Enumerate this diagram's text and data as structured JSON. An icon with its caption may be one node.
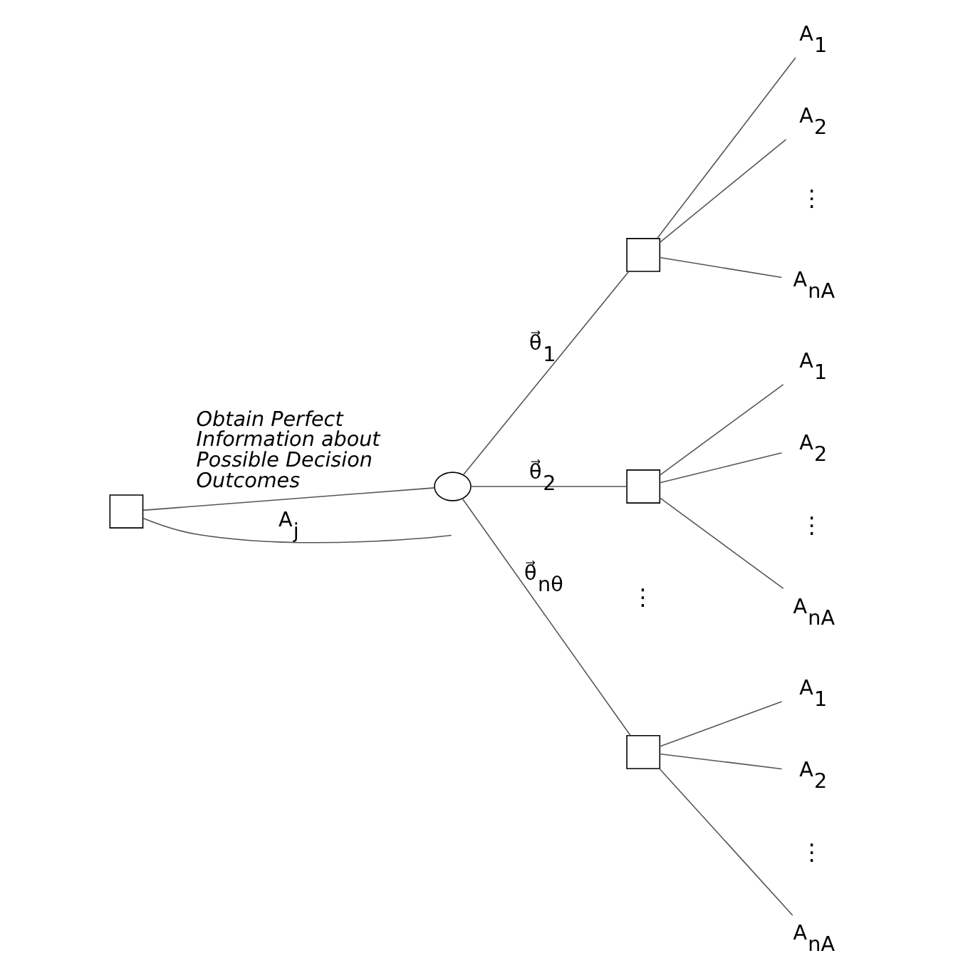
{
  "diagram": {
    "nodes": [
      {
        "text": [],
        "shape": "box"
      },
      {
        "text": [],
        "shape": "circle"
      },
      {
        "text": [],
        "shape": "box"
      },
      {
        "text": [],
        "shape": "box"
      },
      {
        "text": [],
        "shape": "box"
      },
      {
        "text": [
          "A$_{1}$"
        ]
      },
      {
        "text": [
          "A$_{2}$"
        ]
      },
      {
        "text": [
          "A$_{nA}$"
        ]
      },
      {
        "text": [
          "A$_{1}$"
        ]
      },
      {
        "text": [
          "A$_{2}$"
        ]
      },
      {
        "text": [
          "A$_{nA}$"
        ]
      },
      {
        "text": [
          "A$_{1}$"
        ]
      },
      {
        "text": [
          "A$_{2}$"
        ]
      },
      {
        "text": [
          "A$_{nA}$"
        ]
      }
    ],
    "edges": [
      {
        "from": 0,
        "to": null,
        "arrow": "none",
        "label": "A$_{j}$"
      },
      {
        "from": 0,
        "to": 1,
        "arrow": "none",
        "label": "Obtain Perfect Information about Possible Decision Outcomes"
      },
      {
        "from": 1,
        "to": 2,
        "arrow": "none",
        "label": "θ⃗$_{1}$"
      },
      {
        "from": 1,
        "to": 3,
        "arrow": "none",
        "label": "θ⃗$_{2}$"
      },
      {
        "from": 1,
        "to": 4,
        "arrow": "none",
        "label": "θ⃗$_{nθ}$"
      },
      {
        "from": 2,
        "to": 5,
        "arrow": "none"
      },
      {
        "from": 2,
        "to": 6,
        "arrow": "none"
      },
      {
        "from": 2,
        "to": 7,
        "arrow": "none"
      },
      {
        "from": 3,
        "to": 8,
        "arrow": "none"
      },
      {
        "from": 3,
        "to": 9,
        "arrow": "none"
      },
      {
        "from": 3,
        "to": 10,
        "arrow": "none"
      },
      {
        "from": 4,
        "to": 11,
        "arrow": "none"
      },
      {
        "from": 4,
        "to": 12,
        "arrow": "none"
      },
      {
        "from": 4,
        "to": 13,
        "arrow": "none"
      }
    ],
    "labels": [
      "⋮",
      "⋮",
      "⋮",
      "⋮"
    ]
  }
}
